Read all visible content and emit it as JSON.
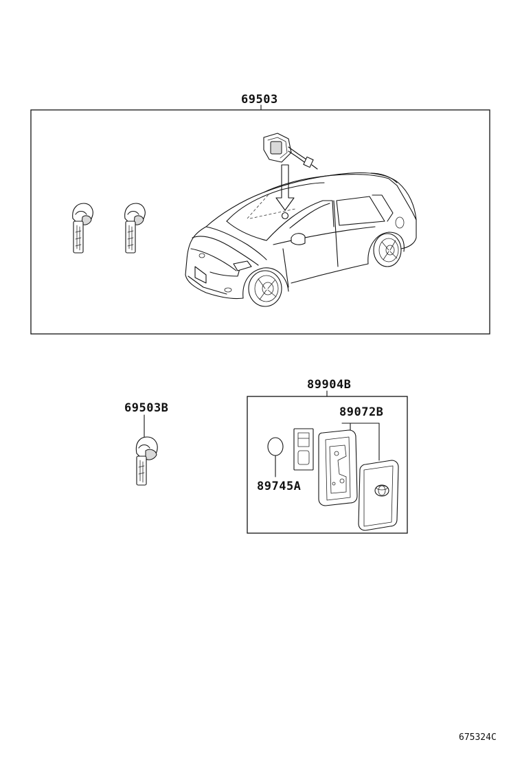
{
  "labels": {
    "kit_main": "69503",
    "key_blank": "69503B",
    "transmitter_kit": "89904B",
    "case_cover": "89072B",
    "battery": "89745A"
  },
  "figure_ref": "675324C"
}
